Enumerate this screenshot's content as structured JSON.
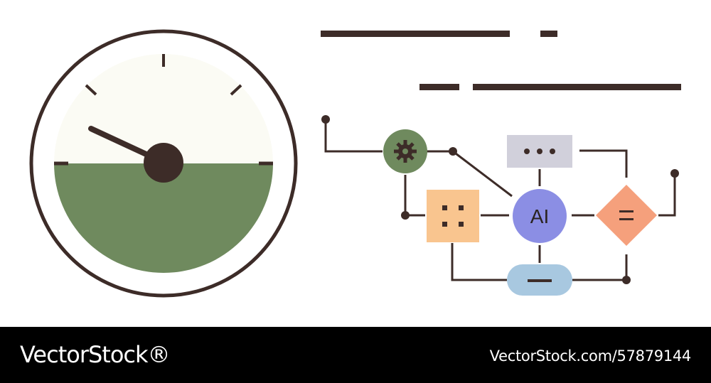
{
  "illustration": {
    "gauge": {
      "needle_icon": "gauge-needle-icon",
      "fill_level": 0.5
    },
    "flow_nodes": {
      "gear": {
        "icon": "gear-icon",
        "color": "#6f8a5e"
      },
      "dots": {
        "icon": "dots-icon",
        "color": "#d1d0db"
      },
      "grid": {
        "icon": "four-dots-icon",
        "color": "#f9c58f"
      },
      "ai": {
        "label": "AI",
        "color": "#8b8ee4"
      },
      "equals": {
        "icon": "equals-icon",
        "color": "#f5a07c"
      },
      "minus": {
        "icon": "minus-icon",
        "color": "#a8c8e0"
      }
    },
    "colors": {
      "outline": "#3d2c28",
      "gauge_face": "#fbfbf4",
      "gauge_fill": "#6f8a5e"
    }
  },
  "footer": {
    "brand": "VectorStock®",
    "stock_id": "VectorStock.com/57879144"
  }
}
